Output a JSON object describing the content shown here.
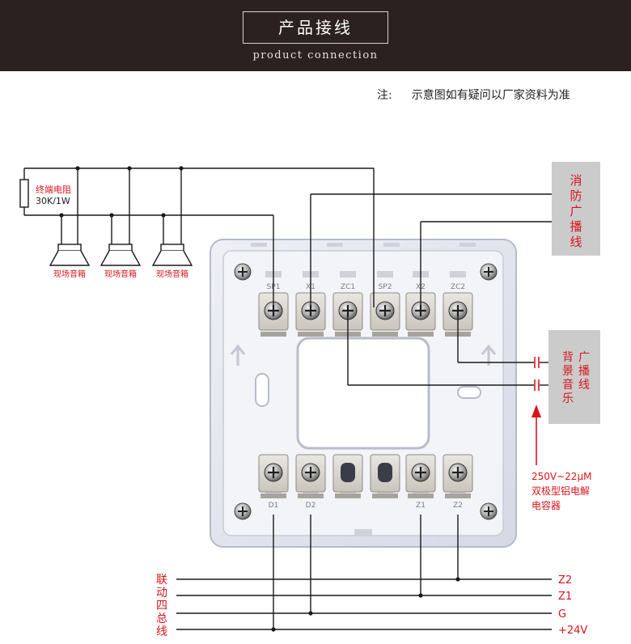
{
  "header": {
    "title": "产品接线",
    "subtitle": "product connection"
  },
  "note": {
    "label": "注:",
    "text": "示意图如有疑问以厂家资料为准"
  },
  "resistor_label": [
    "终端电阻",
    "30K/1W"
  ],
  "speakers": [
    {
      "label": "现场音箱"
    },
    {
      "label": "现场音箱"
    },
    {
      "label": "现场音箱"
    }
  ],
  "top_terminals": [
    "SP1",
    "X1",
    "ZC1",
    "SP2",
    "X2",
    "ZC2"
  ],
  "bottom_terminals": [
    "D1",
    "D2",
    "",
    "",
    "Z1",
    "Z2"
  ],
  "fire_broadcast": {
    "chars": [
      "消",
      "防",
      "广",
      "播",
      "线"
    ]
  },
  "bg_music": {
    "col1": [
      "背",
      "景",
      "音",
      "乐"
    ],
    "col2": [
      "广",
      "播",
      "线"
    ]
  },
  "capacitor_note": [
    "250V~22μM",
    "双极型铝电解",
    "电容器"
  ],
  "bus_label": [
    "联",
    "动",
    "四",
    "总",
    "线"
  ],
  "bus_lines": [
    "Z2",
    "Z1",
    "G",
    "+24V"
  ],
  "colors": {
    "accent_red": "#d8151b",
    "wire": "#1a1a1a",
    "header_bg": "#2a2120",
    "panel_gray": "#c8c8c8"
  }
}
